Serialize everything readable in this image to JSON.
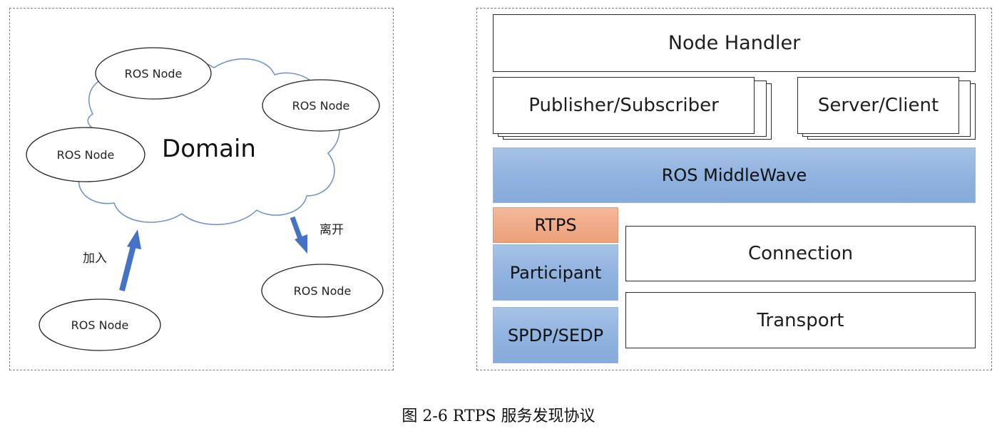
{
  "left": {
    "domain_label": "Domain",
    "nodes": [
      "ROS Node",
      "ROS Node",
      "ROS Node",
      "ROS Node",
      "ROS Node"
    ],
    "join_label": "加入",
    "leave_label": "离开"
  },
  "right": {
    "node_handler": "Node Handler",
    "pubsub": "Publisher/Subscriber",
    "server_client": "Server/Client",
    "middleware": "ROS MiddleWave",
    "rtps": "RTPS",
    "participant": "Participant",
    "spdp_sedp": "SPDP/SEDP",
    "connection": "Connection",
    "transport": "Transport"
  },
  "caption": "图 2-6 RTPS 服务发现协议",
  "colors": {
    "arrow": "#4472c4",
    "blue_fill": "#8fb2df",
    "orange_fill": "#eca07a",
    "cloud_stroke": "#6f8fbf"
  }
}
